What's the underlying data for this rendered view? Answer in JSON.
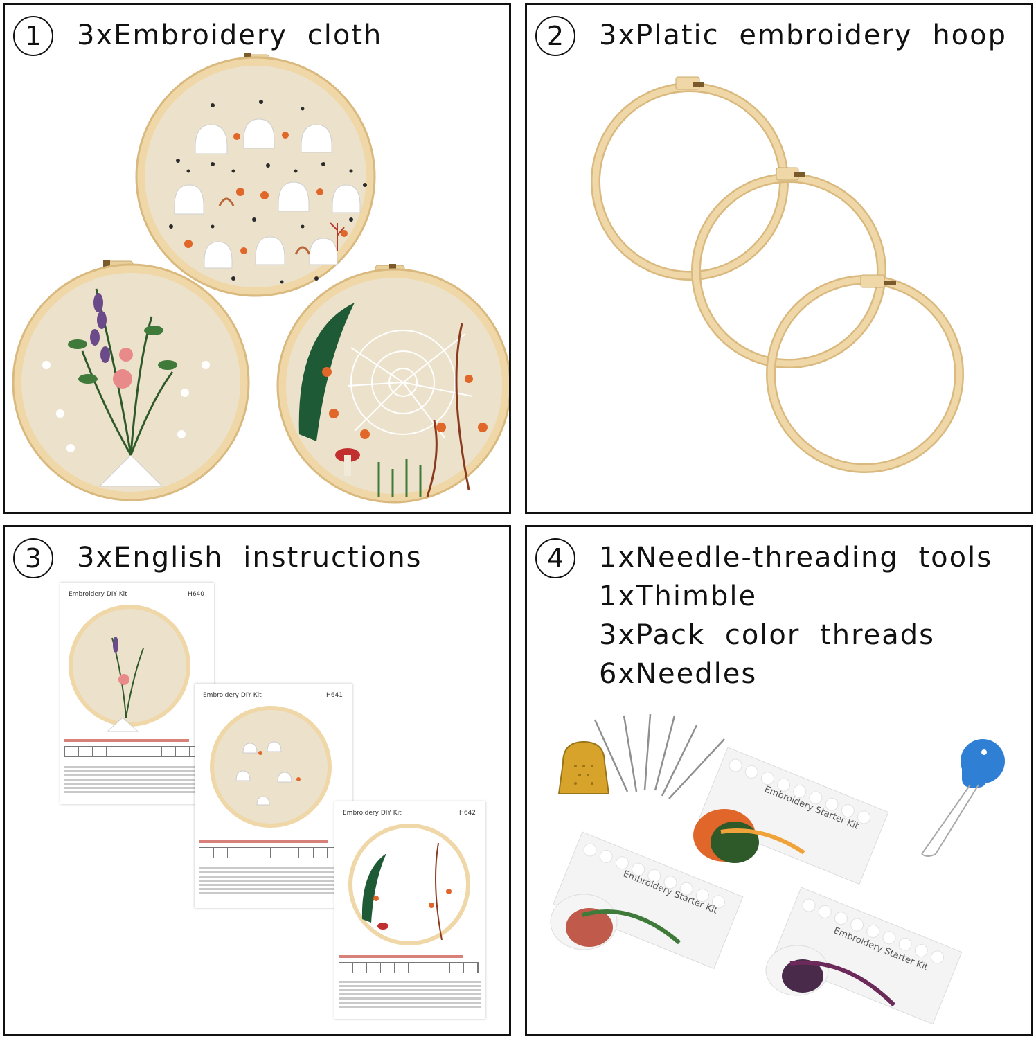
{
  "panels": [
    {
      "number": "1",
      "lines": [
        "3xEmbroidery cloth"
      ]
    },
    {
      "number": "2",
      "lines": [
        "3xPlatic embroidery hoop"
      ]
    },
    {
      "number": "3",
      "lines": [
        "3xEnglish instructions"
      ]
    },
    {
      "number": "4",
      "lines": [
        "1xNeedle-threading tools",
        "1xThimble",
        "3xPack color threads",
        "6xNeedles"
      ]
    }
  ],
  "sheets": [
    {
      "header": "Embroidery DIY Kit",
      "code": "H640"
    },
    {
      "header": "Embroidery DIY Kit",
      "code": "H641"
    },
    {
      "header": "Embroidery DIY Kit",
      "code": "H642"
    }
  ],
  "cards": [
    {
      "label": "Embroidery Starter Kit"
    },
    {
      "label": "Embroidery Starter Kit"
    },
    {
      "label": "Embroidery Starter Kit"
    }
  ],
  "colors": {
    "cloth": "#ece1cb",
    "hoop": "#efd7a8",
    "hoop_edge": "#d9b97e",
    "fern": "#1f5a36",
    "orange": "#e0662a",
    "lavender": "#6b4a8a",
    "thimble": "#d7a32a",
    "threader": "#2f7fd4"
  }
}
